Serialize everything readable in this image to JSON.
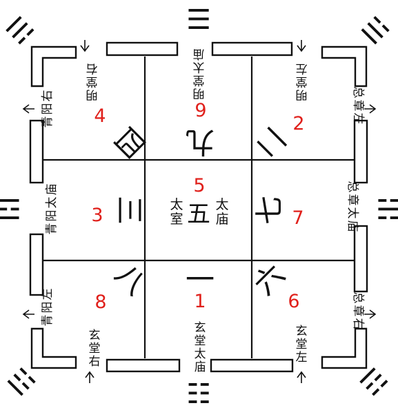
{
  "diagram": {
    "colors": {
      "ink": "#111111",
      "paper": "#ffffff",
      "numbers": "#e0201b"
    },
    "outer_labels": {
      "top_left": [
        "明",
        "堂",
        "右"
      ],
      "top_center": [
        "明",
        "堂",
        "太",
        "庙"
      ],
      "top_right": [
        "明",
        "堂",
        "左"
      ],
      "right_top": [
        "总",
        "章",
        "左"
      ],
      "right_center": [
        "总",
        "章",
        "太",
        "庙"
      ],
      "right_bottom": [
        "总",
        "章",
        "右"
      ],
      "bottom_right": [
        "玄",
        "堂",
        "左"
      ],
      "bottom_center": [
        "玄",
        "堂",
        "太",
        "庙"
      ],
      "bottom_left": [
        "玄",
        "堂",
        "右"
      ],
      "left_bottom": [
        "青",
        "阳",
        "左"
      ],
      "left_center": [
        "青",
        "阳",
        "太",
        "庙"
      ],
      "left_top": [
        "青",
        "阳",
        "右"
      ]
    },
    "cells": {
      "top_left": {
        "glyph": "四",
        "number": "4"
      },
      "top_center": {
        "glyph": "九",
        "number": "9"
      },
      "top_right": {
        "glyph": "二",
        "number": "2"
      },
      "middle_left": {
        "glyph": "三",
        "number": "3"
      },
      "middle_right": {
        "glyph": "七",
        "number": "7"
      },
      "bottom_left": {
        "glyph": "八",
        "number": "8"
      },
      "bottom_center": {
        "glyph": "一",
        "number": "1"
      },
      "bottom_right": {
        "glyph": "六",
        "number": "6"
      }
    },
    "center": {
      "glyph": "五",
      "number": "5",
      "left_label": [
        "太",
        "室"
      ],
      "right_label": [
        "太",
        "庙"
      ]
    },
    "trigrams": {
      "top": "☰",
      "bottom": "☷",
      "left": "☲",
      "right": "☵",
      "top_left": "☴",
      "top_right": "☱",
      "bottom_left": "☳",
      "bottom_right": "☶"
    }
  }
}
